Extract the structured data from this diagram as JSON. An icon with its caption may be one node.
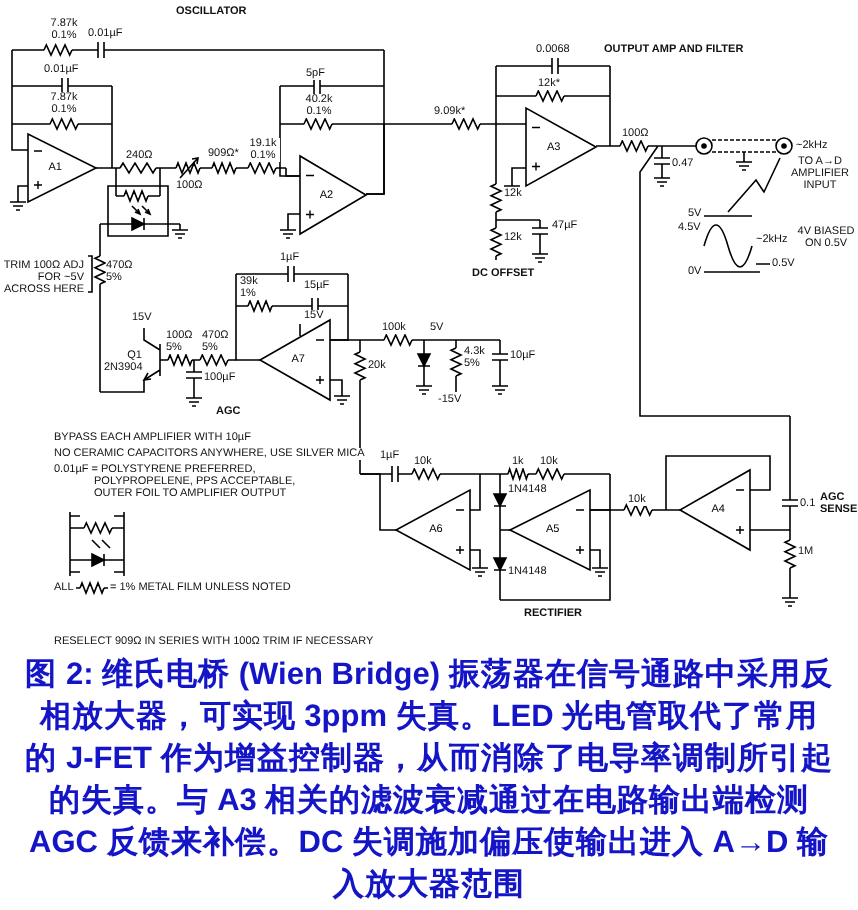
{
  "diagram": {
    "caption": "图 2: 维氏电桥 (Wien Bridge) 振荡器在信号通路中采用反相放大器，可实现 3ppm 失真。LED 光电管取代了常用的 J-FET 作为增益控制器，从而消除了电导率调制所引起的失真。与 A3 相关的滤波衰减通过在电路输出端检测 AGC 反馈来补偿。DC 失调施加偏压使输出进入 A→D 输入放大器范围",
    "nodes": [
      {
        "text": [
          "A1"
        ]
      },
      {
        "text": [
          "A2"
        ]
      },
      {
        "text": [
          "A3"
        ]
      },
      {
        "text": [
          "A7"
        ]
      },
      {
        "text": [
          "A6"
        ]
      },
      {
        "text": [
          "A5"
        ]
      },
      {
        "text": [
          "A4"
        ]
      }
    ],
    "edges": [
      {
        "from": 0,
        "to": 1,
        "arrow": "none"
      },
      {
        "from": 1,
        "to": 2,
        "arrow": "none"
      },
      {
        "from": 2,
        "to": 6,
        "arrow": "none"
      },
      {
        "from": 5,
        "to": 6,
        "arrow": "none"
      },
      {
        "from": 4,
        "to": 5,
        "arrow": "none"
      },
      {
        "from": 4,
        "to": 3,
        "arrow": "none"
      },
      {
        "from": 1,
        "to": 0,
        "arrow": "none"
      }
    ],
    "labels": [
      "OSCILLATOR",
      "7.87k 0.1%",
      "0.01µF",
      "0.01µF",
      "7.87k 0.1%",
      "5pF",
      "40.2k 0.1%",
      "0.0068",
      "OUTPUT AMP AND FILTER",
      "12k*",
      "9.09k*",
      "240Ω",
      "909Ω*",
      "19.1k 0.1%",
      "100Ω",
      "100Ω",
      "~2kHz",
      "0.47",
      "TO A→D AMPLIFIER INPUT",
      "12k",
      "5V",
      "4.5V",
      "47µF",
      "~2kHz",
      "4V BIASED ON 0.5V",
      "12k",
      "TRIM 100Ω ADJ FOR ~5V ACROSS HERE",
      "470Ω 5%",
      "DC OFFSET",
      "0V",
      "0.5V",
      "1µF",
      "39k 1%",
      "15µF",
      "15V",
      "15V",
      "100Ω 5%",
      "470Ω 5%",
      "100k",
      "5V",
      "Q1 2N3904",
      "100µF",
      "20k",
      "4.3k 5%",
      "10µF",
      "-15V",
      "AGC",
      "1µF",
      "10k",
      "1k",
      "10k",
      "1N4148",
      "10k",
      "0.1",
      "AGC SENSE",
      "1N4148",
      "1M",
      "RECTIFIER",
      "BYPASS EACH AMPLIFIER WITH 10µF",
      "NO CERAMIC CAPACITORS ANYWHERE, USE SILVER MICA",
      "0.01µF = POLYSTYRENE PREFERRED, POLYPROPELENE, PPS ACCEPTABLE, OUTER FOIL TO AMPLIFIER OUTPUT",
      "ALL",
      "= 1% METAL FILM UNLESS NOTED",
      "RESELECT 909Ω IN SERIES WITH 100Ω TRIM IF NECESSARY"
    ]
  }
}
